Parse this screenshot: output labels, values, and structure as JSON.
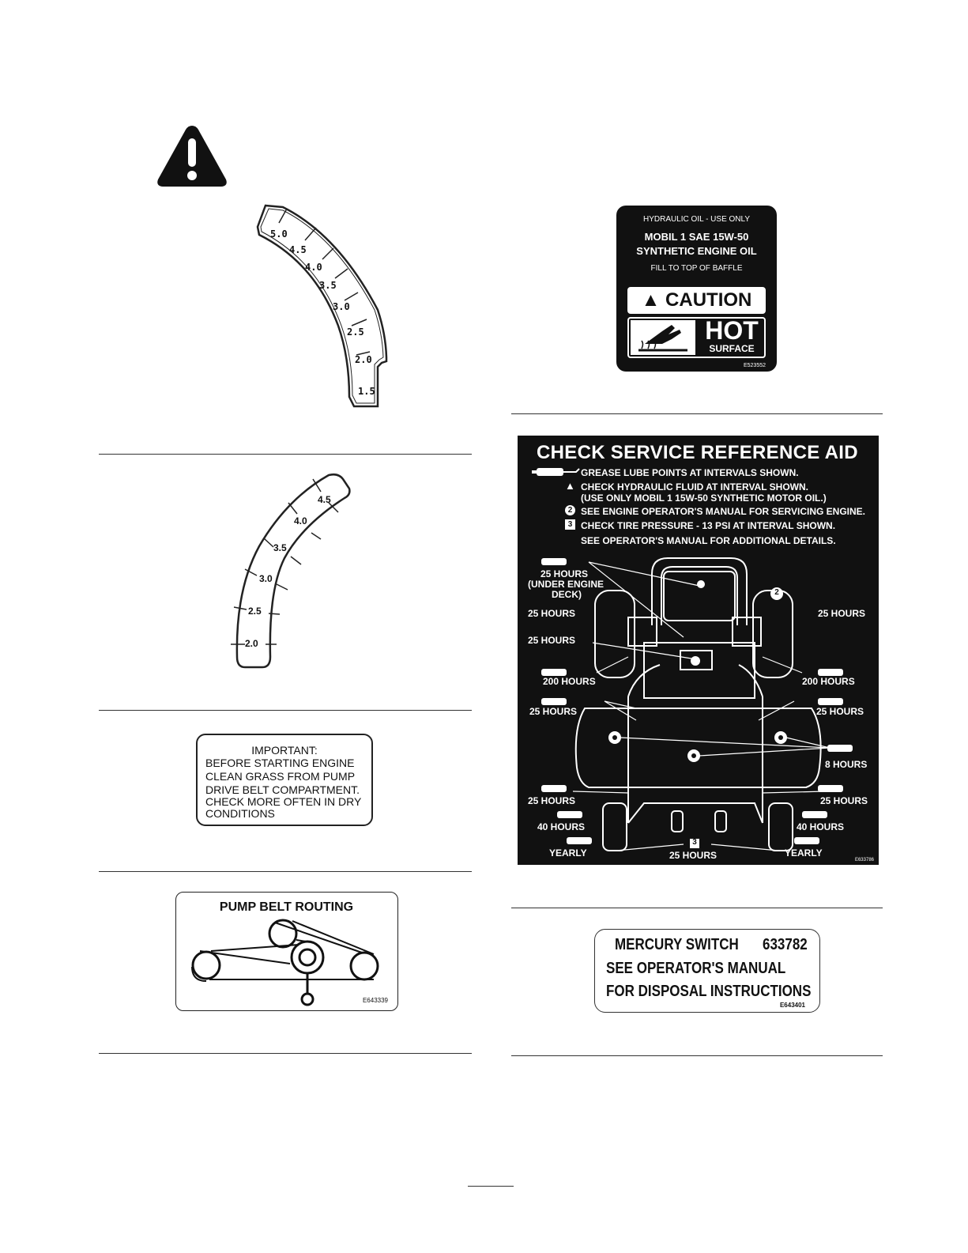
{
  "hydraulic_decal": {
    "line1": "HYDRAULIC OIL - USE ONLY",
    "line2": "MOBIL 1 SAE 15W-50",
    "line3": "SYNTHETIC ENGINE OIL",
    "line4": "FILL TO TOP OF BAFFLE",
    "caution": "CAUTION",
    "hot": "HOT",
    "surface": "SURFACE",
    "part_no": "E523552"
  },
  "gauge_large": {
    "marks": [
      "5.0",
      "4.5",
      "4.0",
      "3.5",
      "3.0",
      "2.5",
      "2.0",
      "1.5"
    ]
  },
  "gauge_small": {
    "marks": [
      "4.5",
      "4.0",
      "3.5",
      "3.0",
      "2.5",
      "2.0"
    ]
  },
  "service_decal": {
    "title": "CHECK SERVICE REFERENCE AID",
    "legend": [
      "GREASE LUBE POINTS AT INTERVALS SHOWN.",
      "CHECK HYDRAULIC FLUID AT INTERVAL SHOWN.",
      "(USE ONLY MOBIL 1 15W-50 SYNTHETIC MOTOR OIL.)",
      "SEE ENGINE OPERATOR'S MANUAL FOR SERVICING ENGINE.",
      "CHECK TIRE PRESSURE - 13 PSI AT INTERVAL SHOWN.",
      "SEE OPERATOR'S MANUAL FOR ADDITIONAL DETAILS."
    ],
    "badge_engine": "2",
    "badge_tire": "3",
    "labels": {
      "under_engine_1": "25 HOURS",
      "under_engine_2": "(UNDER ENGINE",
      "under_engine_3": "DECK)",
      "tire_left": "25 HOURS",
      "tire_right": "25 HOURS",
      "hyd": "25 HOURS",
      "h200_left": "200 HOURS",
      "h200_right": "200 HOURS",
      "h25_left_mid": "25  HOURS",
      "h25_right_mid": "25  HOURS",
      "h8": "8 HOURS",
      "h25_left_low": "25 HOURS",
      "h25_right_low": "25 HOURS",
      "h40_left": "40 HOURS",
      "h40_right": "40 HOURS",
      "yearly_left": "YEARLY",
      "yearly_right": "YEARLY",
      "h25_bottom": "25 HOURS"
    },
    "part_no": "E633786"
  },
  "important_decal": {
    "lines": [
      "IMPORTANT:",
      "BEFORE STARTING ENGINE",
      "CLEAN GRASS FROM PUMP",
      "DRIVE BELT COMPARTMENT.",
      "CHECK MORE OFTEN IN DRY",
      "CONDITIONS"
    ]
  },
  "pump_decal": {
    "title": "PUMP BELT ROUTING",
    "part_no": "E643339"
  },
  "mercury_decal": {
    "line1a": "MERCURY SWITCH",
    "line1b": "633782",
    "line2": "SEE OPERATOR'S MANUAL",
    "line3": "FOR DISPOSAL INSTRUCTIONS",
    "part_no": "E643401"
  }
}
